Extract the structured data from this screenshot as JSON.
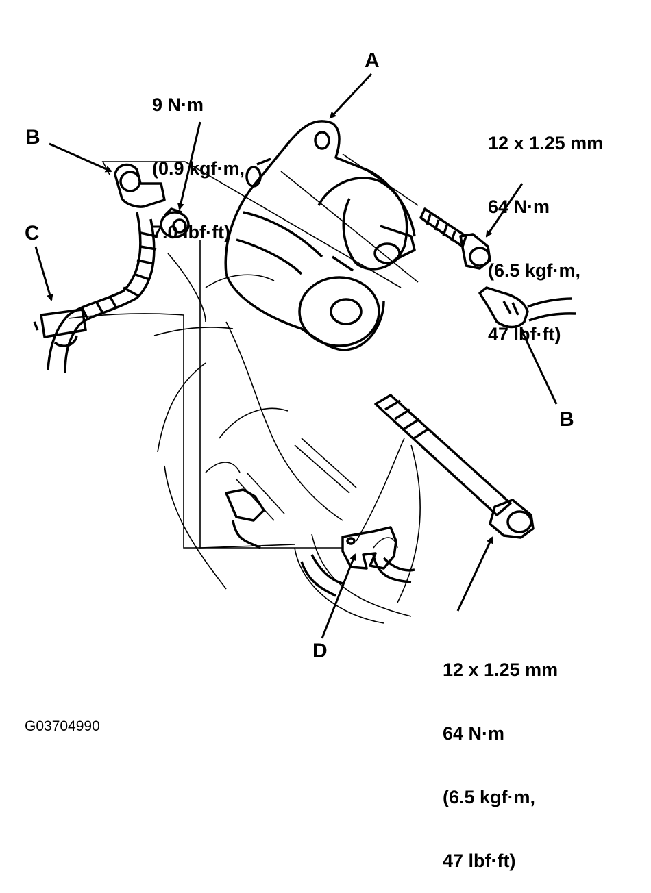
{
  "callouts": {
    "A": "A",
    "B_left": "B",
    "B_right": "B",
    "C": "C",
    "D": "D"
  },
  "torque_specs": {
    "small_nut": [
      "9 N·m",
      "(0.9 kgf·m,",
      "7.0 lbf·ft)"
    ],
    "upper_bolt": [
      "12 x 1.25 mm",
      "64 N·m",
      "(6.5 kgf·m,",
      "47 lbf·ft)"
    ],
    "lower_bolt": [
      "12 x 1.25 mm",
      "64 N·m",
      "(6.5 kgf·m,",
      "47 lbf·ft)"
    ]
  },
  "figure_code": "G03704990"
}
